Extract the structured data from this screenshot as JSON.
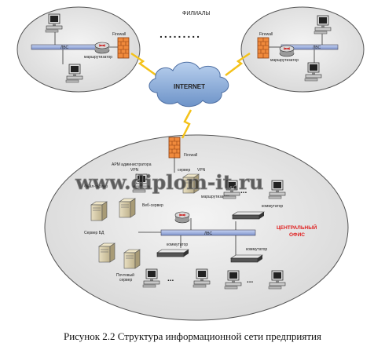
{
  "branches_label": "ФИЛИАЛЫ",
  "internet_label": "INTERNET",
  "firewall_label": "Firewall",
  "lan_label": "ЛВС",
  "router_label": "маршрутизатор",
  "central_office_label": [
    "ЦЕНТРАЛЬНЫЙ",
    "ОФИС"
  ],
  "admin_label": [
    "АРМ администратора",
    "VPN"
  ],
  "server_vpn_label": [
    "сервер",
    "VPN"
  ],
  "file_server_label": "Файл-сервер",
  "web_server_label": "Веб-сервер",
  "db_server_label": "Сервер БД",
  "mail_server_label": [
    "Почтовый",
    "сервер"
  ],
  "switch_label": "коммутатор",
  "watermark": "www.diplom-it.ru",
  "caption": "Рисунок 2.2 Структура информационной сети предприятия",
  "colors": {
    "internet_cloud": "#86a9d6",
    "firewall": "#f08a3c",
    "lan_bar": "#9fb3e0",
    "central_label": "#e02020",
    "lightning": "#f4c21a"
  }
}
